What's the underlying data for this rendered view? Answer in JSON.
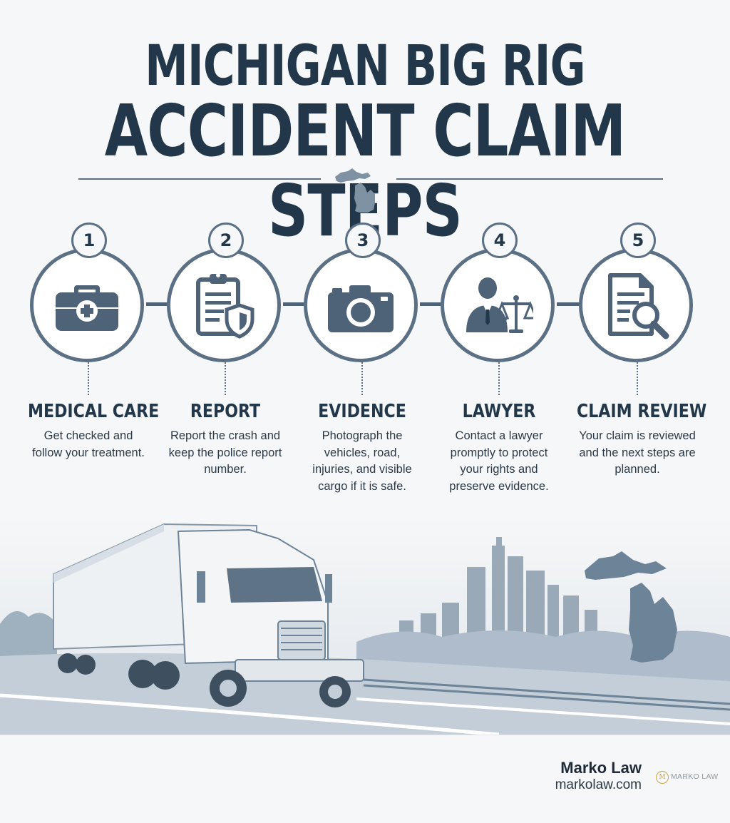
{
  "header": {
    "title_line1": "MICHIGAN BIG RIG",
    "title_line2": "ACCIDENT CLAIM STEPS"
  },
  "steps": [
    {
      "number": "1",
      "title": "MEDICAL CARE",
      "text": "Get checked and follow your treatment.",
      "icon": "first-aid-kit-icon"
    },
    {
      "number": "2",
      "title": "REPORT",
      "text": "Report the crash and keep the police report number.",
      "icon": "clipboard-shield-icon"
    },
    {
      "number": "3",
      "title": "EVIDENCE",
      "text": "Photograph the vehicles, road, injuries, and visible cargo if it is safe.",
      "icon": "camera-icon"
    },
    {
      "number": "4",
      "title": "LAWYER",
      "text": "Contact a lawyer promptly to protect your rights and preserve evidence.",
      "icon": "lawyer-scales-icon"
    },
    {
      "number": "5",
      "title": "CLAIM REVIEW",
      "text": "Your claim is reviewed and the next steps are planned.",
      "icon": "document-magnifier-icon"
    }
  ],
  "footer": {
    "brand_name": "Marko Law",
    "brand_url": "markolaw.com",
    "logo_monogram": "M",
    "logo_text": "MARKO LAW"
  },
  "colors": {
    "primary": "#23374a",
    "accent": "#5c7085",
    "background": "#f6f7f8",
    "logo_gold": "#c8a64a"
  }
}
